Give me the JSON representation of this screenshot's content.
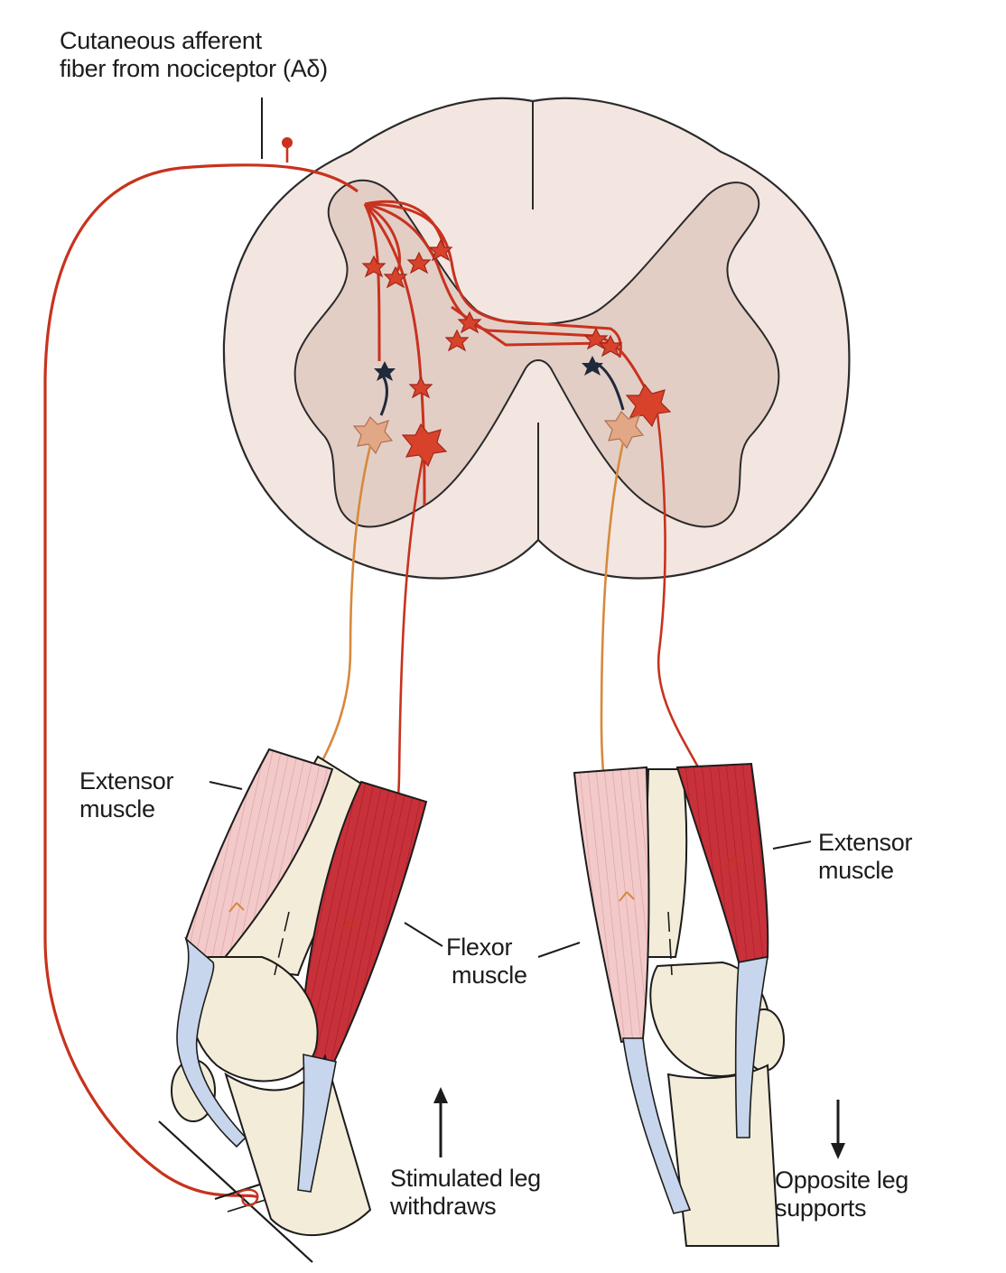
{
  "labels": {
    "afferent": {
      "line1": "Cutaneous afferent",
      "line2": "fiber from nociceptor (Aδ)"
    },
    "extensor_left": {
      "line1": "Extensor",
      "line2": "muscle"
    },
    "extensor_right": {
      "line1": "Extensor",
      "line2": "muscle"
    },
    "flexor": {
      "line1": "Flexor",
      "line2": "muscle"
    },
    "stimulated": {
      "line1": "Stimulated leg",
      "line2": "withdraws"
    },
    "opposite": {
      "line1": "Opposite leg",
      "line2": "supports"
    }
  },
  "colors": {
    "nerve_red": "#c8321e",
    "motor_orange": "#d7893d",
    "inhibitory_dark": "#1f2a3a",
    "white_matter": "#f2e4e0",
    "gray_matter": "#e2cdc5",
    "flexor_red": "#c9313a",
    "extensor_pink": "#f2c6c6",
    "bone": "#f3ecd8",
    "tendon_blue": "#c7d6ec"
  }
}
